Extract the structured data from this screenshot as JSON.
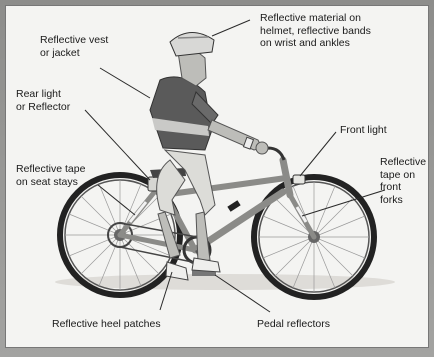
{
  "labels": {
    "vest": "Reflective vest\nor jacket",
    "helmet": "Reflective material on\nhelmet, reflective bands\non wrist and ankles",
    "rear_light": "Rear light\nor Reflector",
    "front_light": "Front light",
    "seat_stays": "Reflective tape\non seat stays",
    "front_forks": "Reflective\ntape on\nfront\nforks",
    "heel": "Reflective heel patches",
    "pedal": "Pedal reflectors"
  },
  "colors": {
    "shirt": "#5a5a5a",
    "shirt_band": "#c9c9c7",
    "shorts": "#dcdcd8",
    "skin": "#bdbdb9",
    "frame": "#8b8b88",
    "tire": "#222222"
  }
}
